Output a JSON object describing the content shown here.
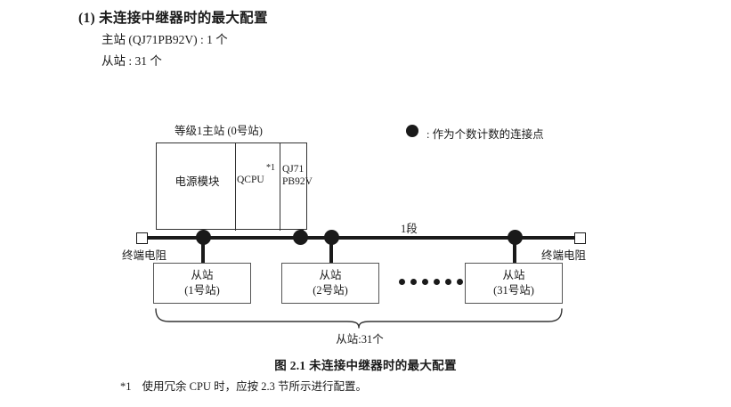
{
  "heading": {
    "title": "(1) 未连接中继器时的最大配置",
    "master_line": "主站 (QJ71PB92V) : 1 个",
    "slave_line": "从站 : 31 个"
  },
  "legend": {
    "icon": "filled-circle-icon",
    "text": ": 作为个数计数的连接点"
  },
  "diagram": {
    "master_caption": "等级1主站 (0号站)",
    "master_module": {
      "power_supply": "电源模块",
      "cpu": "QCPU",
      "cpu_footnote_mark": "*1",
      "network_unit_line1": "QJ71",
      "network_unit_line2": "PB92V"
    },
    "segment_label": "1段",
    "terminator_left_label": "终端电阻",
    "terminator_right_label": "终端电阻",
    "slaves": [
      {
        "name": "从站",
        "station": "(1号站)"
      },
      {
        "name": "从站",
        "station": "(2号站)"
      },
      {
        "name": "从站",
        "station": "(31号站)"
      }
    ],
    "ellipsis_dot_count": 6,
    "brace_label": "从站:31个"
  },
  "footer": {
    "figure_caption": "图 2.1  未连接中继器时的最大配置",
    "footnote_mark": "*1",
    "footnote_text": "使用冗余 CPU 时，应按 2.3 节所示进行配置。"
  },
  "colors": {
    "ink": "#1a1a1a",
    "box_border": "#555555",
    "module_border": "#333333"
  }
}
